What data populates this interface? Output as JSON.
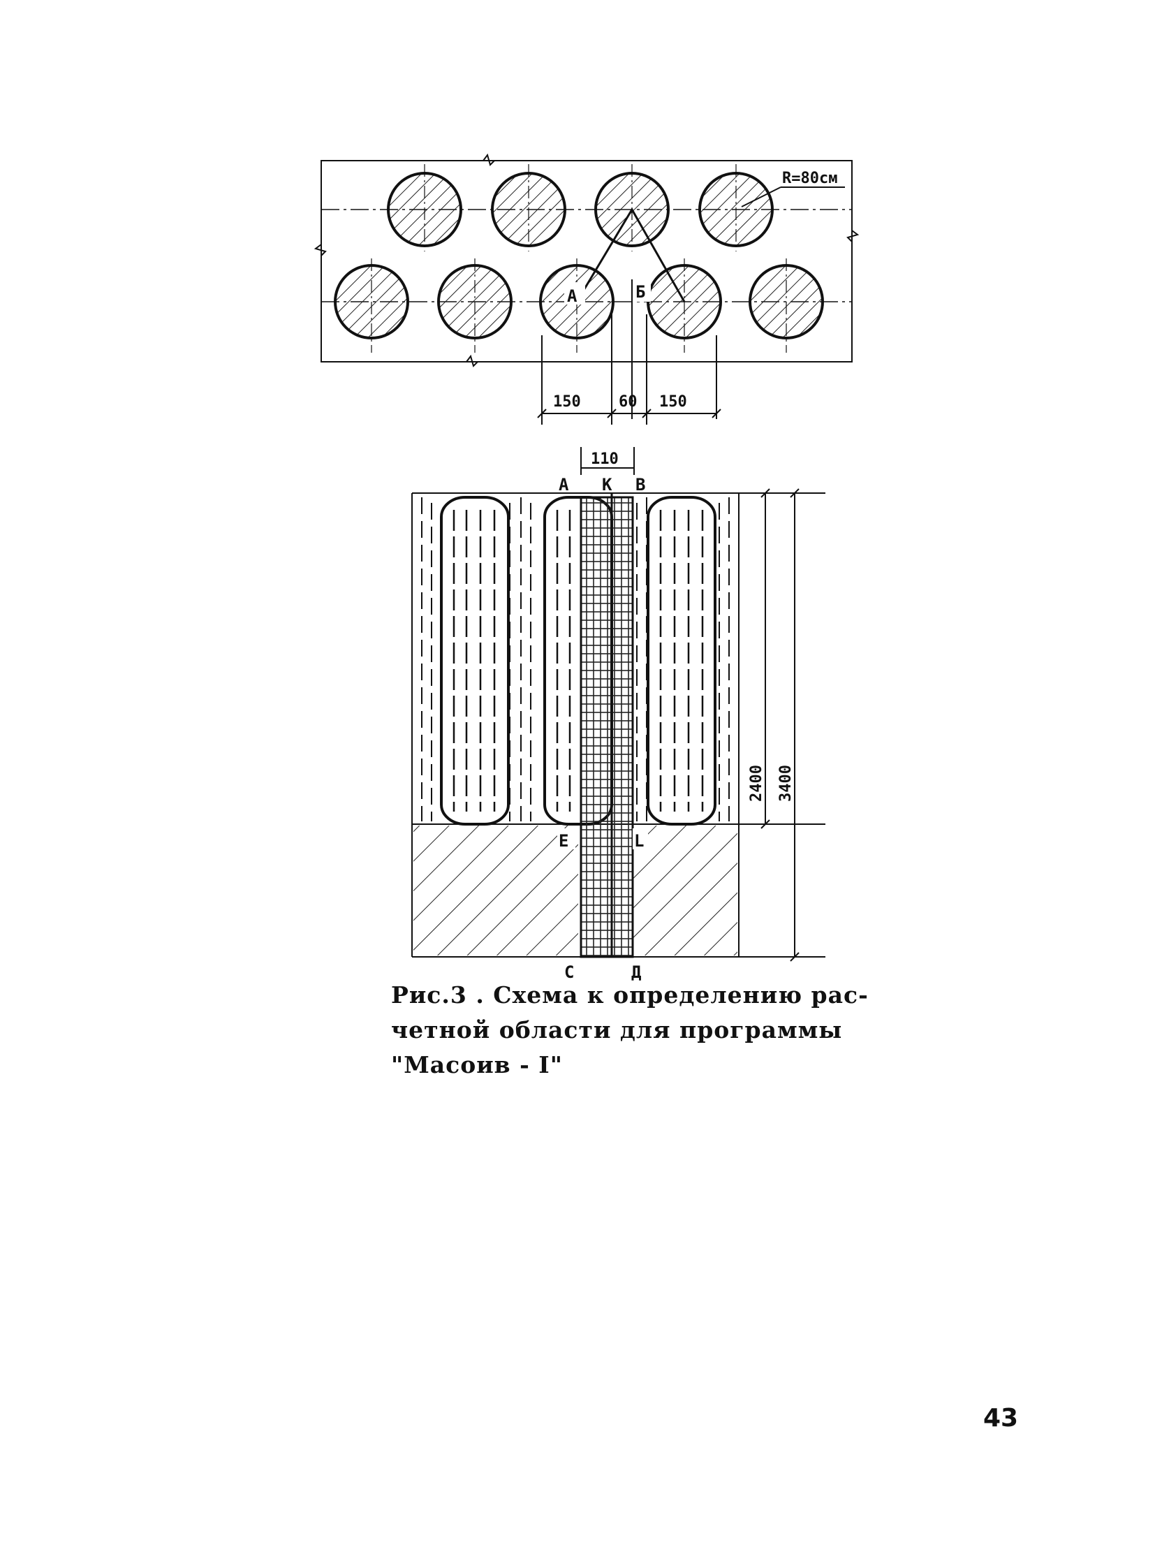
{
  "plan": {
    "radius_label": "R=80см",
    "label_a": "A",
    "label_b": "Б",
    "dims": [
      "150",
      "60",
      "150"
    ]
  },
  "section": {
    "width_dim": "110",
    "top_labels": [
      "A",
      "K",
      "B"
    ],
    "mid_labels": [
      "E",
      "L"
    ],
    "bottom_labels": [
      "C",
      "Д"
    ],
    "height_dims": [
      "2400",
      "3400"
    ]
  },
  "caption": {
    "line1": "Рис.3 . Схема к определению рас-",
    "line2": "четной области для программы",
    "line3": "\"Масоив - I\""
  },
  "page_number": "43"
}
